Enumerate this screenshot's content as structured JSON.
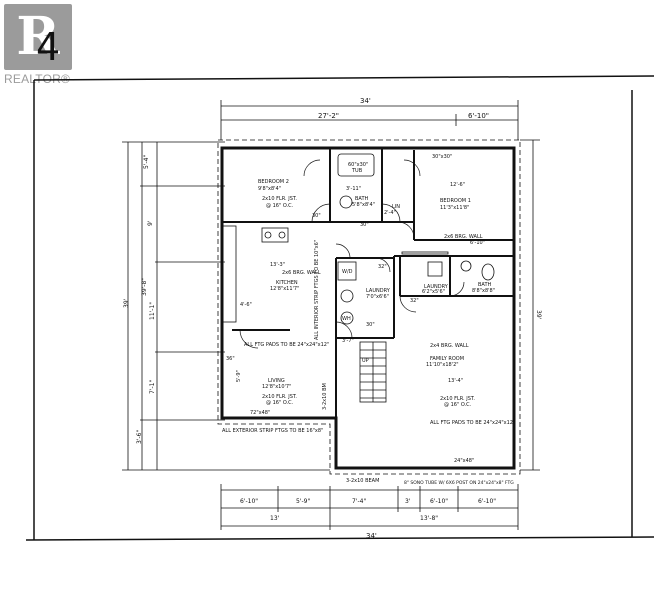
{
  "brand": {
    "logo_letter": "R",
    "wordmark": "REALTOR®",
    "watermark_label": "REALTOR® logo"
  },
  "page_mark": "4",
  "dimensions": {
    "top_overall": "34'",
    "top_left": "27'-2\"",
    "top_right": "6'-10\"",
    "left_total": "39'-8\"",
    "left_a": "5'-4\"",
    "left_b": "9'",
    "left_c": "11'-1\"",
    "left_d": "7'-1\"",
    "left_e": "3'-6\"",
    "left_overall": "39'",
    "right_overall": "39'",
    "bottom_a": "6'-10\"",
    "bottom_b": "5'-9\"",
    "bottom_c": "7'-4\"",
    "bottom_d": "3'",
    "bottom_e": "6'-10\"",
    "bottom_f": "6'-10\"",
    "bottom_g": "13'",
    "bottom_h": "13'-8\"",
    "bottom_overall": "34'"
  },
  "rooms": {
    "bedroom2": {
      "name": "BEDROOM 2",
      "size": "9'8\"x8'4\""
    },
    "bedroom1": {
      "name": "BEDROOM 1",
      "size": "11'3\"x11'8\""
    },
    "bath_upper": {
      "name": "BATH",
      "size": "5'8\"x8'4\""
    },
    "kitchen": {
      "name": "KITCHEN",
      "size": "12'8\"x11'7\""
    },
    "laundry_left": {
      "name": "LAUNDRY",
      "size": "7'0\"x6'6\""
    },
    "laundry_right": {
      "name": "LAUNDRY",
      "size": "6'2\"x5'6\""
    },
    "bath_right": {
      "name": "BATH",
      "size": "8'8\"x8'8\""
    },
    "living": {
      "name": "LIVING",
      "size": "12'8\"x10'7\""
    },
    "family": {
      "name": "FAMILY ROOM",
      "size": "11'10\"x18'2\""
    }
  },
  "notes": {
    "tub": "60\"x30\"",
    "tub_label": "TUB",
    "lin": "LIN",
    "joist_bedroom": "2x10 FLR. JST.",
    "joist_oc": "@ 16\" O.C.",
    "brg_wall": "2x6 BRG. WALL",
    "brg_wall_kitchen": "2x6 BRG. WALL",
    "brg_wall_family": "2x4 BRG. WALL",
    "strip_footing": "ALL INTERIOR STRIP FTGS TO BE 10\"x6\"",
    "pads_left": "ALL FTG PADS TO BE 24\"x24\"x12\"",
    "pads_right": "ALL FTG PADS TO BE 24\"x24\"x12\"",
    "exterior_strip": "ALL EXTERIOR STRIP FTGS TO BE 16\"x8\"",
    "beam": "3-2x10 BM",
    "beam2": "3-2x10 BEAM",
    "sono": "8\" SONO TUBE W/ 6X6 POST ON 24\"x24\"x8\" FTG",
    "window_a": "30\"x30\"",
    "window_b": "72\"x48\"",
    "window_c": "24\"x48\"",
    "dim_30": "30\"",
    "dim_32": "32\"",
    "dim_36": "36\"",
    "wd": "W/D",
    "wh": "WH",
    "up": "UP",
    "dim_3_11": "3'-11\"",
    "dim_2_4": "2'-4\"",
    "dim_12_6": "12'-6\"",
    "dim_6_10": "6'-10\"",
    "dim_13_3": "13'-3\"",
    "dim_13_4": "13'-4\"",
    "dim_3_7": "3'-7\"",
    "dim_4_6": "4'-6\"",
    "dim_5_9": "5'-9\""
  }
}
